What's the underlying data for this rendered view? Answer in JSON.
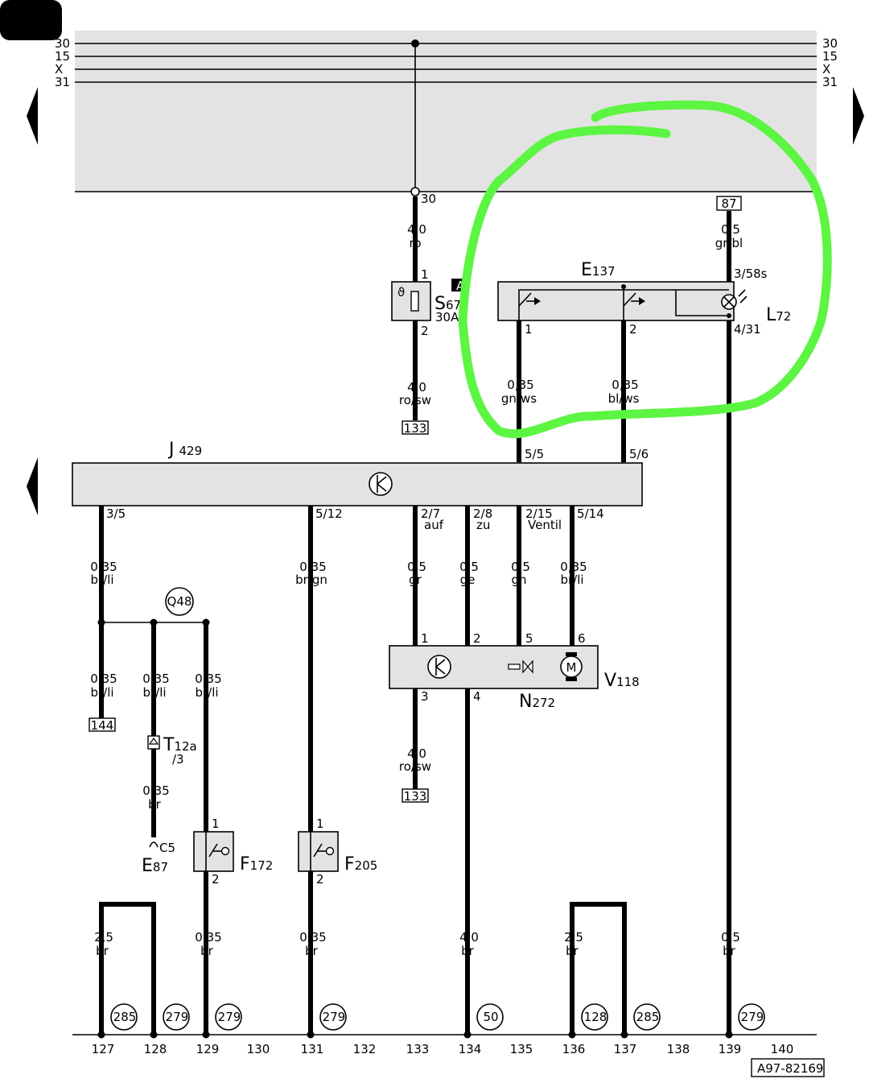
{
  "rails": {
    "left": [
      "30",
      "15",
      "X",
      "31"
    ],
    "right": [
      "30",
      "15",
      "X",
      "31"
    ]
  },
  "terminals": {
    "t30": "30",
    "t87": "87",
    "ref133a": "133",
    "ref133b": "133",
    "ref144": "144"
  },
  "wires": {
    "w_ro": {
      "size": "4,0",
      "color": "ro"
    },
    "w_rosw": {
      "size": "4,0",
      "color": "ro/sw"
    },
    "w_grbl": {
      "size": "0,5",
      "color": "gr/bl"
    },
    "w_gnws": {
      "size": "0,35",
      "color": "gn/ws"
    },
    "w_blws": {
      "size": "0,35",
      "color": "bl/ws"
    },
    "w_brli1": {
      "size": "0,35",
      "color": "br/li"
    },
    "w_brgn": {
      "size": "0,35",
      "color": "br/gn"
    },
    "w_gr": {
      "size": "0,5",
      "color": "gr"
    },
    "w_ge": {
      "size": "0,5",
      "color": "ge"
    },
    "w_gn": {
      "size": "0,5",
      "color": "gn"
    },
    "w_brli2": {
      "size": "0,35",
      "color": "br/li"
    },
    "w_brli3": {
      "size": "0,35",
      "color": "br/li"
    },
    "w_brli4": {
      "size": "0,35",
      "color": "br/li"
    },
    "w_brli5": {
      "size": "0,35",
      "color": "br/li"
    },
    "w_br1": {
      "size": "0,35",
      "color": "br"
    },
    "w_rosw2": {
      "size": "4,0",
      "color": "ro/sw"
    },
    "w_b127": {
      "size": "2,5",
      "color": "br"
    },
    "w_b129": {
      "size": "0,35",
      "color": "br"
    },
    "w_b131": {
      "size": "0,35",
      "color": "br"
    },
    "w_b134": {
      "size": "4,0",
      "color": "br"
    },
    "w_b136": {
      "size": "2,5",
      "color": "br"
    },
    "w_b139": {
      "size": "0,5",
      "color": "br"
    }
  },
  "components": {
    "S67": {
      "name": "S",
      "sub": "67",
      "rating": "30A",
      "pin1": "1",
      "pin2": "2",
      "marker": "A"
    },
    "E137": {
      "name": "E",
      "sub": "137",
      "pin1": "1",
      "pin2": "2"
    },
    "L72": {
      "name": "L",
      "sub": "72",
      "pinTop": "3/58s",
      "pinBottom": "4/31"
    },
    "J429": {
      "name": "J",
      "sub": "429",
      "pinIn1": "5/5",
      "pinIn2": "5/6",
      "pins": [
        "3/5",
        "5/12",
        "2/7",
        "2/8",
        "2/15",
        "5/14"
      ],
      "pinNotes": [
        "auf",
        "zu",
        "Ventil"
      ]
    },
    "V118": {
      "name": "V",
      "sub": "118",
      "pins": [
        "1",
        "2",
        "5",
        "6"
      ],
      "pinsBottom": [
        "3",
        "4"
      ],
      "motor": "M"
    },
    "N272": {
      "name": "N",
      "sub": "272"
    },
    "Q48": "Q48",
    "T12a": {
      "name": "T",
      "sub": "12a",
      "pin": "/3"
    },
    "E87": {
      "name": "E",
      "sub": "87",
      "pin": "C5"
    },
    "F172": {
      "name": "F",
      "sub": "172",
      "pin1": "1",
      "pin2": "2"
    },
    "F205": {
      "name": "F",
      "sub": "205",
      "pin1": "1",
      "pin2": "2"
    }
  },
  "ground_refs": [
    "285",
    "279",
    "279",
    "279",
    "50",
    "128",
    "285",
    "279"
  ],
  "columns": [
    "127",
    "128",
    "129",
    "130",
    "131",
    "132",
    "133",
    "134",
    "135",
    "136",
    "137",
    "138",
    "139",
    "140"
  ],
  "drawing_id": "A97-82169"
}
